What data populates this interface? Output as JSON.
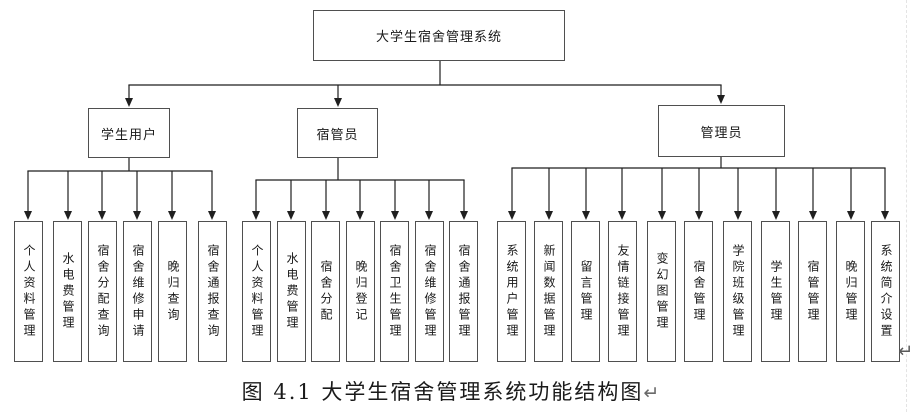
{
  "diagram": {
    "root": {
      "label": "大学生宿舍管理系统"
    },
    "branches": [
      {
        "label": "学生用户",
        "children": [
          "个人资料管理",
          "水电费管理",
          "宿舍分配查询",
          "宿舍维修申请",
          "晚归查询",
          "宿舍通报查询"
        ]
      },
      {
        "label": "宿管员",
        "children": [
          "个人资料管理",
          "水电费管理",
          "宿舍分配",
          "晚归登记",
          "宿舍卫生管理",
          "宿舍维修管理",
          "宿舍通报管理"
        ]
      },
      {
        "label": "管理员",
        "children": [
          "系统用户管理",
          "新闻数据管理",
          "留言管理",
          "友情链接管理",
          "变幻图管理",
          "宿舍管理",
          "学院班级管理",
          "学生管理",
          "宿管管理",
          "晚归管理",
          "系统简介设置"
        ]
      }
    ],
    "caption": "图 4.1 大学生宿舍管理系统功能结构图",
    "line_break_mark": "↵",
    "colors": {
      "line": "#1f1f1f",
      "box_border": "#4f4f4f",
      "box_fill": "#ffffff",
      "background": "#ffffff",
      "mark": "#5a5a5a"
    }
  }
}
